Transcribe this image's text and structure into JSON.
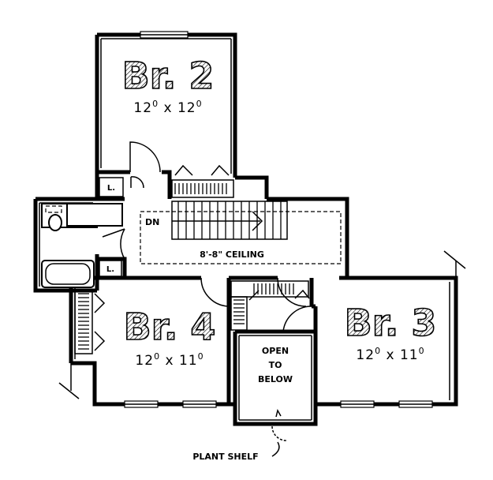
{
  "rooms": {
    "br2": {
      "name": "Br. 2",
      "size_a": "12",
      "sup_a": "0",
      "x": "x",
      "size_b": "12",
      "sup_b": "0"
    },
    "br4": {
      "name": "Br. 4",
      "size_a": "12",
      "sup_a": "0",
      "x": "x",
      "size_b": "11",
      "sup_b": "0"
    },
    "br3": {
      "name": "Br. 3",
      "size_a": "12",
      "sup_a": "0",
      "x": "x",
      "size_b": "11",
      "sup_b": "0"
    }
  },
  "labels": {
    "linen_1": "L.",
    "linen_2": "L.",
    "stair_dn": "DN",
    "ceiling": "8'-8\" CEILING",
    "open_line1": "OPEN",
    "open_line2": "TO",
    "open_line3": "BELOW",
    "plant_shelf": "PLANT SHELF"
  }
}
